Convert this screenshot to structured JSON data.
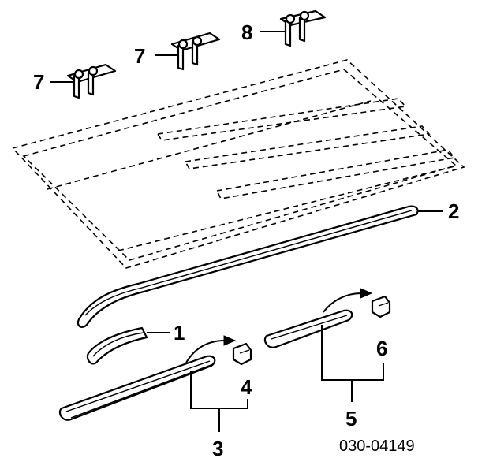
{
  "callouts": {
    "part_1": "1",
    "part_2": "2",
    "part_3": "3",
    "part_4": "4",
    "part_5": "5",
    "part_6": "6",
    "part_7a": "7",
    "part_7b": "7",
    "part_8": "8"
  },
  "diagram_code": "030-04149"
}
